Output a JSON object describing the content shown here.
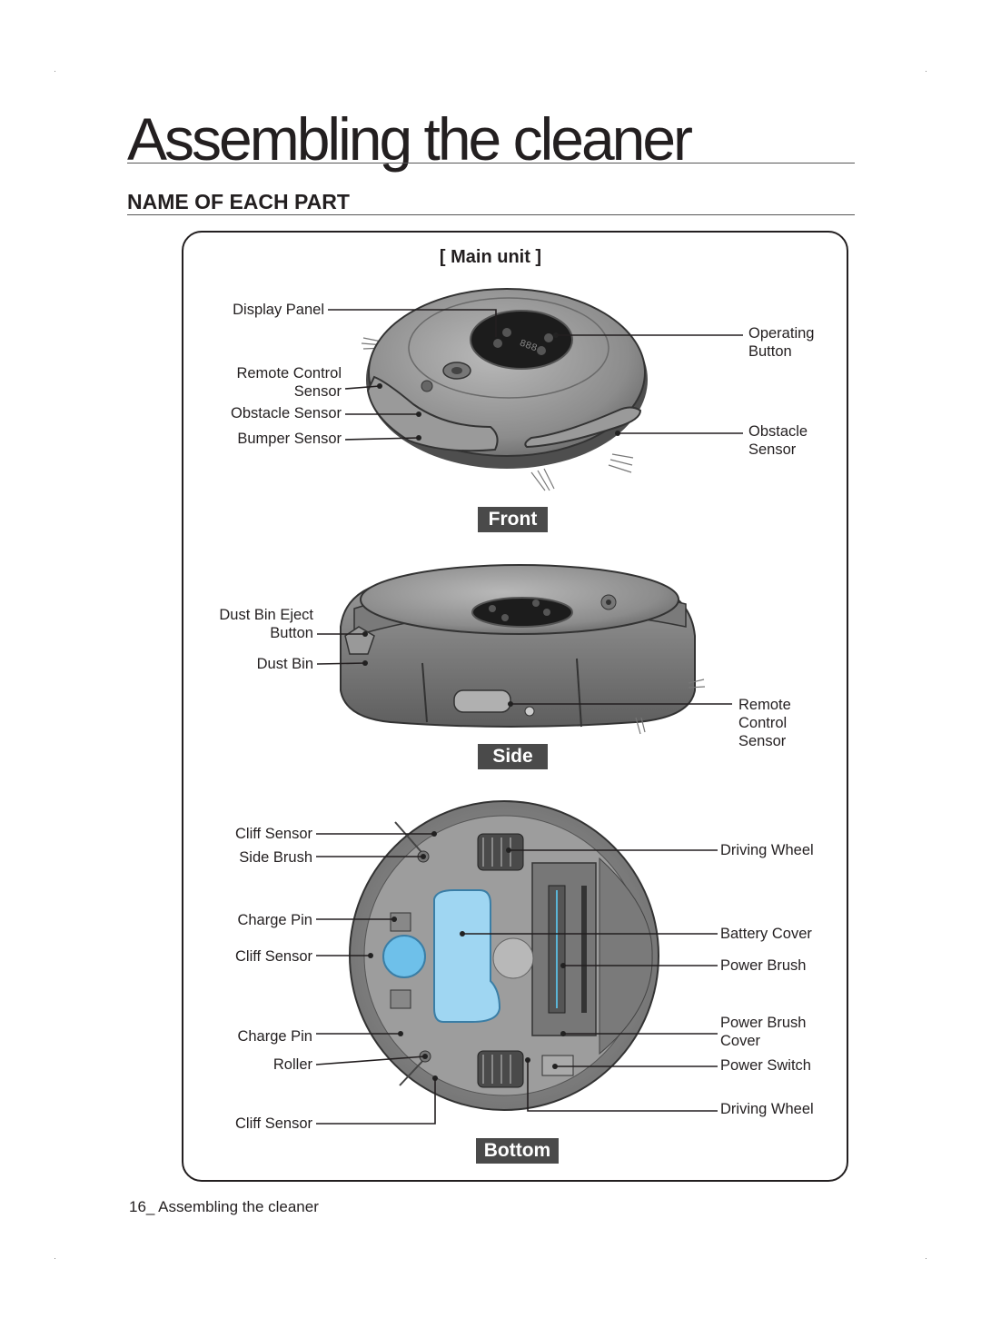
{
  "page": {
    "title": "Assembling the cleaner",
    "section_heading": "NAME OF EACH PART",
    "panel_title": "[ Main unit ]",
    "footer_page_number": "16_",
    "footer_text": "Assembling the cleaner"
  },
  "front": {
    "badge": "Front",
    "labels": {
      "display_panel": "Display Panel",
      "remote_control_sensor": "Remote Control\nSensor",
      "obstacle_sensor_left": "Obstacle Sensor",
      "bumper_sensor": "Bumper Sensor",
      "operating_button": "Operating\nButton",
      "obstacle_sensor_right": "Obstacle\nSensor"
    }
  },
  "side": {
    "badge": "Side",
    "labels": {
      "dust_bin_eject_button": "Dust Bin Eject\nButton",
      "dust_bin": "Dust Bin",
      "remote_control_sensor": "Remote Control\nSensor"
    }
  },
  "bottom": {
    "badge": "Bottom",
    "labels": {
      "cliff_sensor_1": "Cliff Sensor",
      "side_brush": "Side Brush",
      "charge_pin_1": "Charge Pin",
      "cliff_sensor_2": "Cliff Sensor",
      "charge_pin_2": "Charge Pin",
      "roller": "Roller",
      "cliff_sensor_3": "Cliff Sensor",
      "driving_wheel_1": "Driving Wheel",
      "battery_cover": "Battery Cover",
      "power_brush": "Power Brush",
      "power_brush_cover": "Power Brush\nCover",
      "power_switch": "Power Switch",
      "driving_wheel_2": "Driving Wheel"
    }
  },
  "colors": {
    "text": "#231f20",
    "badge_bg": "#4a4a4a",
    "robot_body": "#8a8a8a",
    "battery_cover": "#9fd6f2"
  }
}
